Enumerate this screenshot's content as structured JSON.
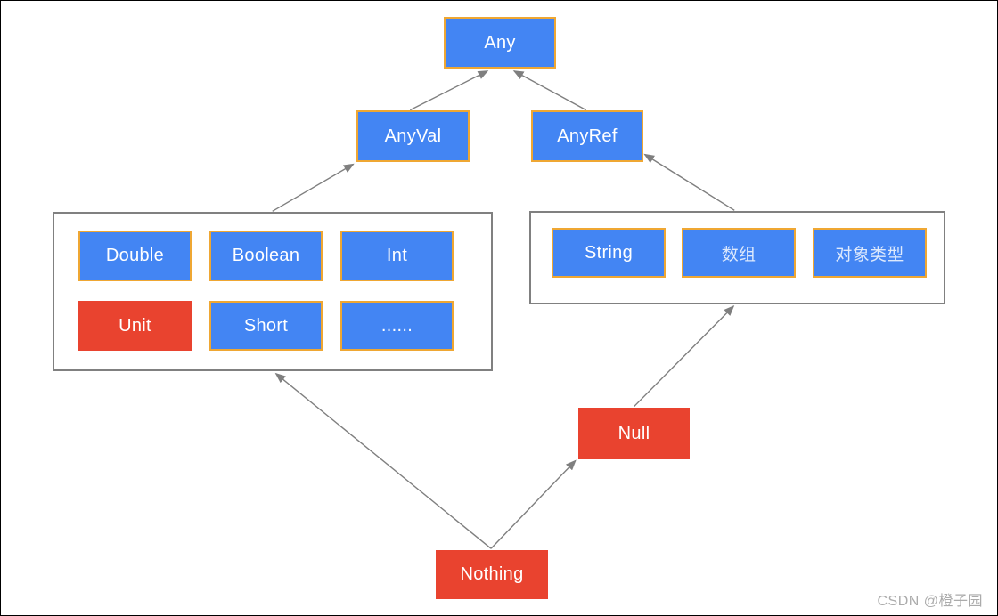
{
  "diagram": {
    "nodes": {
      "any": {
        "label": "Any"
      },
      "anyval": {
        "label": "AnyVal"
      },
      "anyref": {
        "label": "AnyRef"
      },
      "double": {
        "label": "Double"
      },
      "boolean": {
        "label": "Boolean"
      },
      "int": {
        "label": "Int"
      },
      "unit": {
        "label": "Unit"
      },
      "short": {
        "label": "Short"
      },
      "ellipsis": {
        "label": "......"
      },
      "string": {
        "label": "String"
      },
      "array": {
        "label": "数组"
      },
      "object_type": {
        "label": "对象类型"
      },
      "null": {
        "label": "Null"
      },
      "nothing": {
        "label": "Nothing"
      }
    },
    "colors": {
      "node_fill_blue": "#4385F3",
      "node_border_gold": "#EFA733",
      "node_fill_red": "#E9432F",
      "node_text": "#FFFFFF",
      "arrow_gray": "#7F7F7F",
      "group_border_gray": "#808080",
      "canvas_border": "#000000",
      "watermark_gray": "#ABABAB"
    }
  },
  "watermark": {
    "text": "CSDN @橙子园"
  }
}
